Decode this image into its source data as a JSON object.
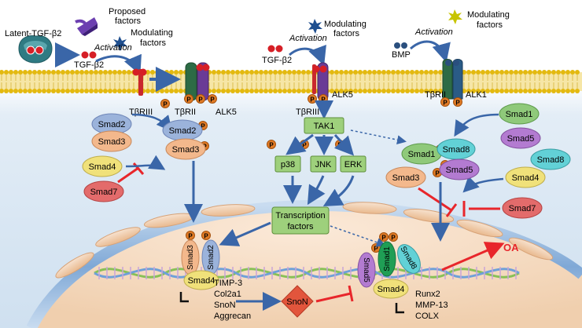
{
  "colors": {
    "background_top": "#dce8f3",
    "membrane_head": "#e6c200",
    "membrane_tail": "#f3d873",
    "nucleus": "#f6dcc4",
    "envelope": "#8fb5dc",
    "inhibit": "#e8262b",
    "arrow": "#3a66a8",
    "tak_box": "#9ed07c",
    "snon": "#e2553c"
  },
  "ligands": {
    "latent": "Latent-TGF-β2",
    "proposed": "Proposed factors",
    "modulating_1": "Modulating factors",
    "activation_1": "Activation",
    "tgfb2_1": "TGF-β2",
    "tgfb2_2": "TGF-β2",
    "activation_2": "Activation",
    "modulating_2": "Modulating factors",
    "bmp": "BMP",
    "activation_3": "Activation",
    "modulating_3": "Modulating factors"
  },
  "receptors": {
    "tbriii_1": "TβRIII",
    "tbrii_1": "TβRII",
    "alk5_1": "ALK5",
    "tbriii_2": "TβRIII",
    "alk5_2": "ALK5",
    "tbrii_2": "TβRII",
    "alk1": "ALK1",
    "phospho": "P"
  },
  "smads": {
    "smad2": "Smad2",
    "smad3": "Smad3",
    "smad4": "Smad4",
    "smad7": "Smad7",
    "smad1": "Smad1",
    "smad5": "Smad5",
    "smad8": "Smad8"
  },
  "kinases": {
    "tak1": "TAK1",
    "p38": "p38",
    "jnk": "JNK",
    "erk": "ERK",
    "tf": "Transcription factors"
  },
  "genes": {
    "left": [
      "TIMP-3",
      "Col2a1",
      "SnoN",
      "Aggrecan"
    ],
    "right": [
      "Runx2",
      "MMP-13",
      "COLX"
    ],
    "snon": "SnoN",
    "oa": "OA"
  }
}
